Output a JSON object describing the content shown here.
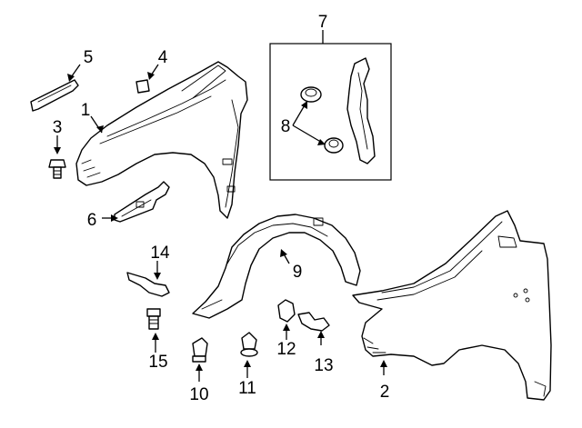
{
  "callouts": [
    {
      "id": "p1",
      "number": "1"
    },
    {
      "id": "p2",
      "number": "2"
    },
    {
      "id": "p3",
      "number": "3"
    },
    {
      "id": "p4",
      "number": "4"
    },
    {
      "id": "p5",
      "number": "5"
    },
    {
      "id": "p6",
      "number": "6"
    },
    {
      "id": "p7",
      "number": "7"
    },
    {
      "id": "p8",
      "number": "8"
    },
    {
      "id": "p9",
      "number": "9"
    },
    {
      "id": "p10",
      "number": "10"
    },
    {
      "id": "p11",
      "number": "11"
    },
    {
      "id": "p12",
      "number": "12"
    },
    {
      "id": "p13",
      "number": "13"
    },
    {
      "id": "p14",
      "number": "14"
    },
    {
      "id": "p15",
      "number": "15"
    }
  ]
}
